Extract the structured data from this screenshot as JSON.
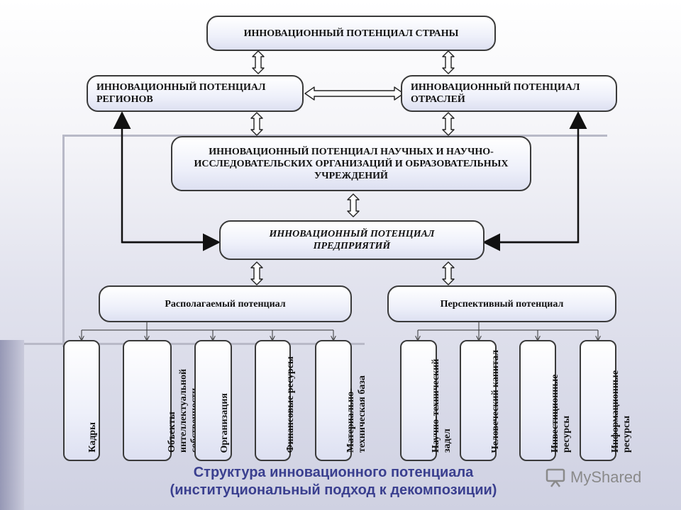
{
  "diagram": {
    "country": "ИННОВАЦИОННЫЙ ПОТЕНЦИАЛ СТРАНЫ",
    "regions": "ИННОВАЦИОННЫЙ ПОТЕНЦИАЛ РЕГИОНОВ",
    "industries": "ИННОВАЦИОННЫЙ ПОТЕНЦИАЛ ОТРАСЛЕЙ",
    "science": "ИННОВАЦИОННЫЙ ПОТЕНЦИАЛ НАУЧНЫХ И НАУЧНО-ИССЛЕДОВАТЕЛЬСКИХ ОРГАНИЗАЦИЙ И ОБРАЗОВАТЕЛЬНЫХ УЧРЕЖДЕНИЙ",
    "enterprises": "ИННОВАЦИОННЫЙ ПОТЕНЦИАЛ ПРЕДПРИЯТИЙ",
    "available": "Располагаемый потенциал",
    "prospective": "Перспективный потенциал",
    "available_items": [
      "Кадры",
      "Объекты интеллектуальной собственности",
      "Организация",
      "Финансовые ресурсы",
      "Материально-техническая база"
    ],
    "prospective_items": [
      "Научно-технический задел",
      "Человеческий капитал",
      "Инвестиционные ресурсы",
      "Информационные ресурсы"
    ]
  },
  "caption": {
    "line1": "Структура инновационного потенциала",
    "line2": "(институциональный подход к декомпозиции)"
  },
  "watermark": {
    "brand": "MyShared",
    "icon": "presentation-board-icon"
  },
  "colors": {
    "caption": "#3a3f8f",
    "border": "#3a3a3a"
  }
}
